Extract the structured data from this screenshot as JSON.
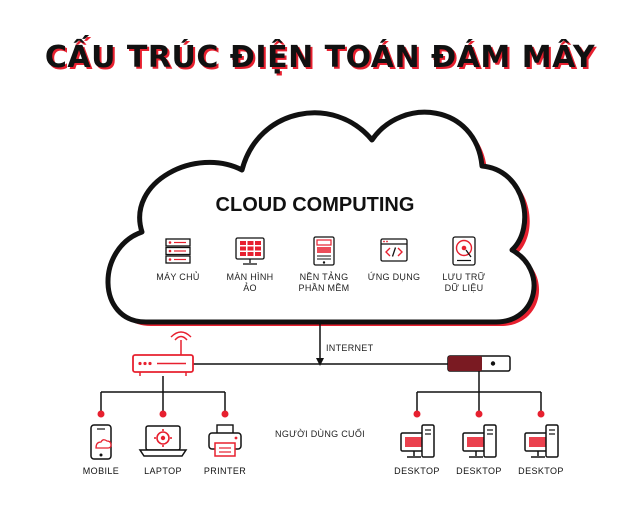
{
  "title": "CẤU TRÚC ĐIỆN TOÁN ĐÁM MÂY",
  "cloud": {
    "title": "CLOUD COMPUTING",
    "services": [
      {
        "label": "MÁY CHỦ",
        "icon": "server-icon"
      },
      {
        "label": "MÀN HÌNH\nẢO",
        "icon": "virtual-screen-icon"
      },
      {
        "label": "NỀN TẢNG\nPHẦN MỀM",
        "icon": "software-platform-icon"
      },
      {
        "label": "ỨNG DỤNG",
        "icon": "code-window-icon"
      },
      {
        "label": "LƯU TRỮ\nDỮ LIỆU",
        "icon": "hard-drive-icon"
      }
    ]
  },
  "network": {
    "internet_label": "INTERNET",
    "end_users_label": "NGƯỜI DÙNG CUỐI"
  },
  "left_devices": [
    {
      "label": "MOBILE",
      "icon": "mobile-icon"
    },
    {
      "label": "LAPTOP",
      "icon": "laptop-icon"
    },
    {
      "label": "PRINTER",
      "icon": "printer-icon"
    }
  ],
  "right_devices": [
    {
      "label": "DESKTOP",
      "icon": "desktop-icon"
    },
    {
      "label": "DESKTOP",
      "icon": "desktop-icon"
    },
    {
      "label": "DESKTOP",
      "icon": "desktop-icon"
    }
  ],
  "colors": {
    "accent": "#e7202f",
    "dark": "#111111",
    "switch_fill": "#7a1a22"
  }
}
